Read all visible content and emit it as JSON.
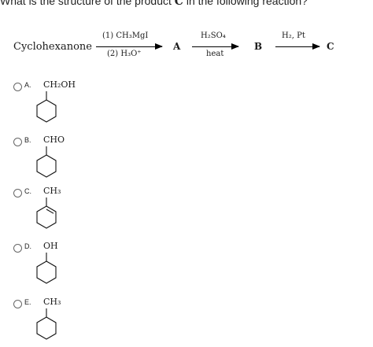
{
  "question": {
    "prefix": "What is the structure of the product ",
    "bold": "C",
    "suffix": " in the following reaction?"
  },
  "reaction": {
    "start": "Cyclohexanone",
    "step1_above": "(1) CH₃MgI",
    "step1_below": "(2) H₃O⁺",
    "product1": "A",
    "step2_above": "H₂SO₄",
    "step2_below": "heat",
    "product2": "B",
    "step3_above": "H₂, Pt",
    "product3": "C"
  },
  "options": [
    {
      "label": "A.",
      "group": "CH₂OH"
    },
    {
      "label": "B.",
      "group": "CHO"
    },
    {
      "label": "C.",
      "group": "CH₃"
    },
    {
      "label": "D.",
      "group": "OH"
    },
    {
      "label": "E.",
      "group": "CH₃"
    }
  ]
}
